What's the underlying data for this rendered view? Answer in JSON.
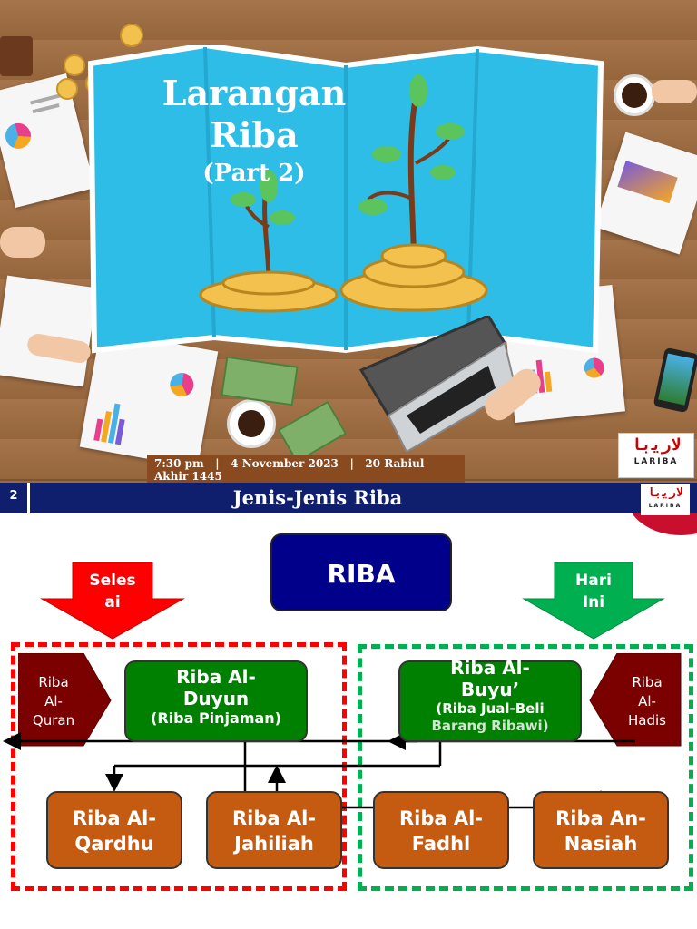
{
  "slide1": {
    "title_line1": "Larangan",
    "title_line2": "Riba",
    "title_line3": "(Part 2)",
    "date_line1": "7:30 pm   |   4 November 2023   |   20 Rabiul",
    "date_line2": "Akhir 1445",
    "logo_text": "LARIBA"
  },
  "slide2": {
    "slide_number": "2",
    "title": "Jenis-Jenis Riba",
    "logo_text": "LARIBA",
    "root": "RIBA",
    "left_arrow": [
      "Seles",
      "ai"
    ],
    "right_arrow": [
      "Hari",
      "Ini"
    ],
    "left_source": [
      "Riba",
      "Al-",
      "Quran"
    ],
    "right_source": [
      "Riba",
      "Al-",
      "Hadis"
    ],
    "duyun": {
      "line1": "Riba Al-",
      "line2": "Duyun",
      "sub": "(Riba Pinjaman)"
    },
    "buyu": {
      "line1": "Riba Al-",
      "line2": "Buyu’",
      "sub1": "(Riba Jual-Beli",
      "sub2": "Barang Ribawi)"
    },
    "qardhu": [
      "Riba Al-",
      "Qardhu"
    ],
    "jahiliah": [
      "Riba Al-",
      "Jahiliah"
    ],
    "fadhl": [
      "Riba Al-",
      "Fadhl"
    ],
    "nasiah": [
      "Riba An-",
      "Nasiah"
    ]
  },
  "colors": {
    "header": "#0f1f6e",
    "root_box": "#00008b",
    "green_box": "#008000",
    "orange_box": "#c55a11",
    "dark_red": "#7b0000",
    "red_arrow": "#ff0000",
    "green_arrow": "#00b050"
  }
}
